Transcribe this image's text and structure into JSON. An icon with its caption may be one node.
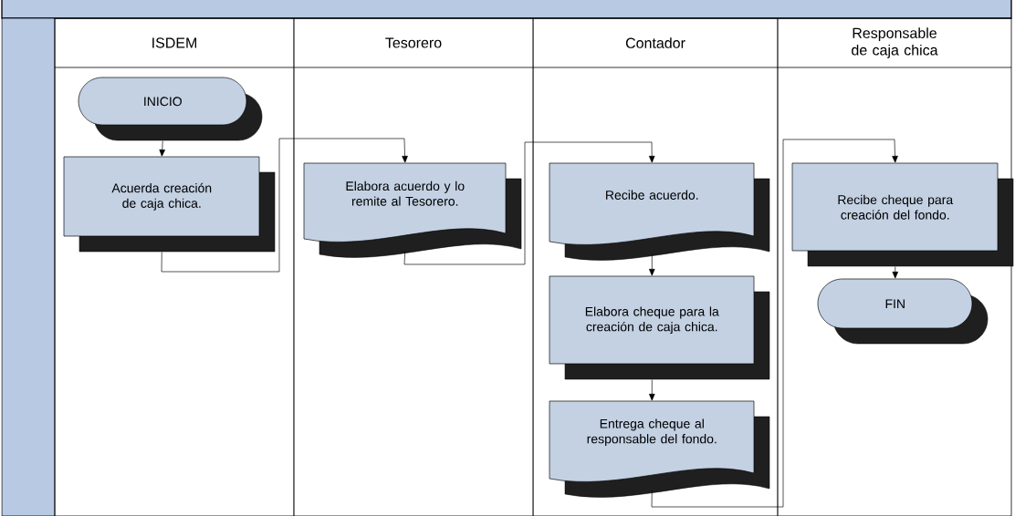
{
  "diagram": {
    "nodes": [
      {
        "text": [
          "ISDEM"
        ]
      },
      {
        "text": [
          "Tesorero"
        ]
      },
      {
        "text": [
          "Contador"
        ]
      },
      {
        "text": [
          "Responsable de caja chica"
        ]
      },
      {
        "text": [
          "INICIO"
        ],
        "in": 0
      },
      {
        "text": [
          "Acuerda creación de caja chica."
        ],
        "in": 0
      },
      {
        "text": [
          "Elabora acuerdo y lo remite al Tesorero."
        ],
        "in": 1
      },
      {
        "text": [
          "Recibe acuerdo."
        ],
        "in": 2
      },
      {
        "text": [
          "Elabora cheque para la creación de caja chica."
        ],
        "in": 2
      },
      {
        "text": [
          "Entrega cheque al responsable del fondo."
        ],
        "in": 2
      },
      {
        "text": [
          "Recibe cheque para creación del fondo."
        ],
        "in": 3
      },
      {
        "text": [
          "FIN"
        ],
        "in": 3
      }
    ],
    "edges": [
      {
        "from": 4,
        "to": 5,
        "arrow": "to"
      },
      {
        "from": 5,
        "to": 6,
        "arrow": "to"
      },
      {
        "from": 6,
        "to": 7,
        "arrow": "to"
      },
      {
        "from": 7,
        "to": 8,
        "arrow": "to"
      },
      {
        "from": 8,
        "to": 9,
        "arrow": "to"
      },
      {
        "from": 9,
        "to": 10,
        "arrow": "to"
      },
      {
        "from": 10,
        "to": 11,
        "arrow": "to"
      }
    ]
  }
}
